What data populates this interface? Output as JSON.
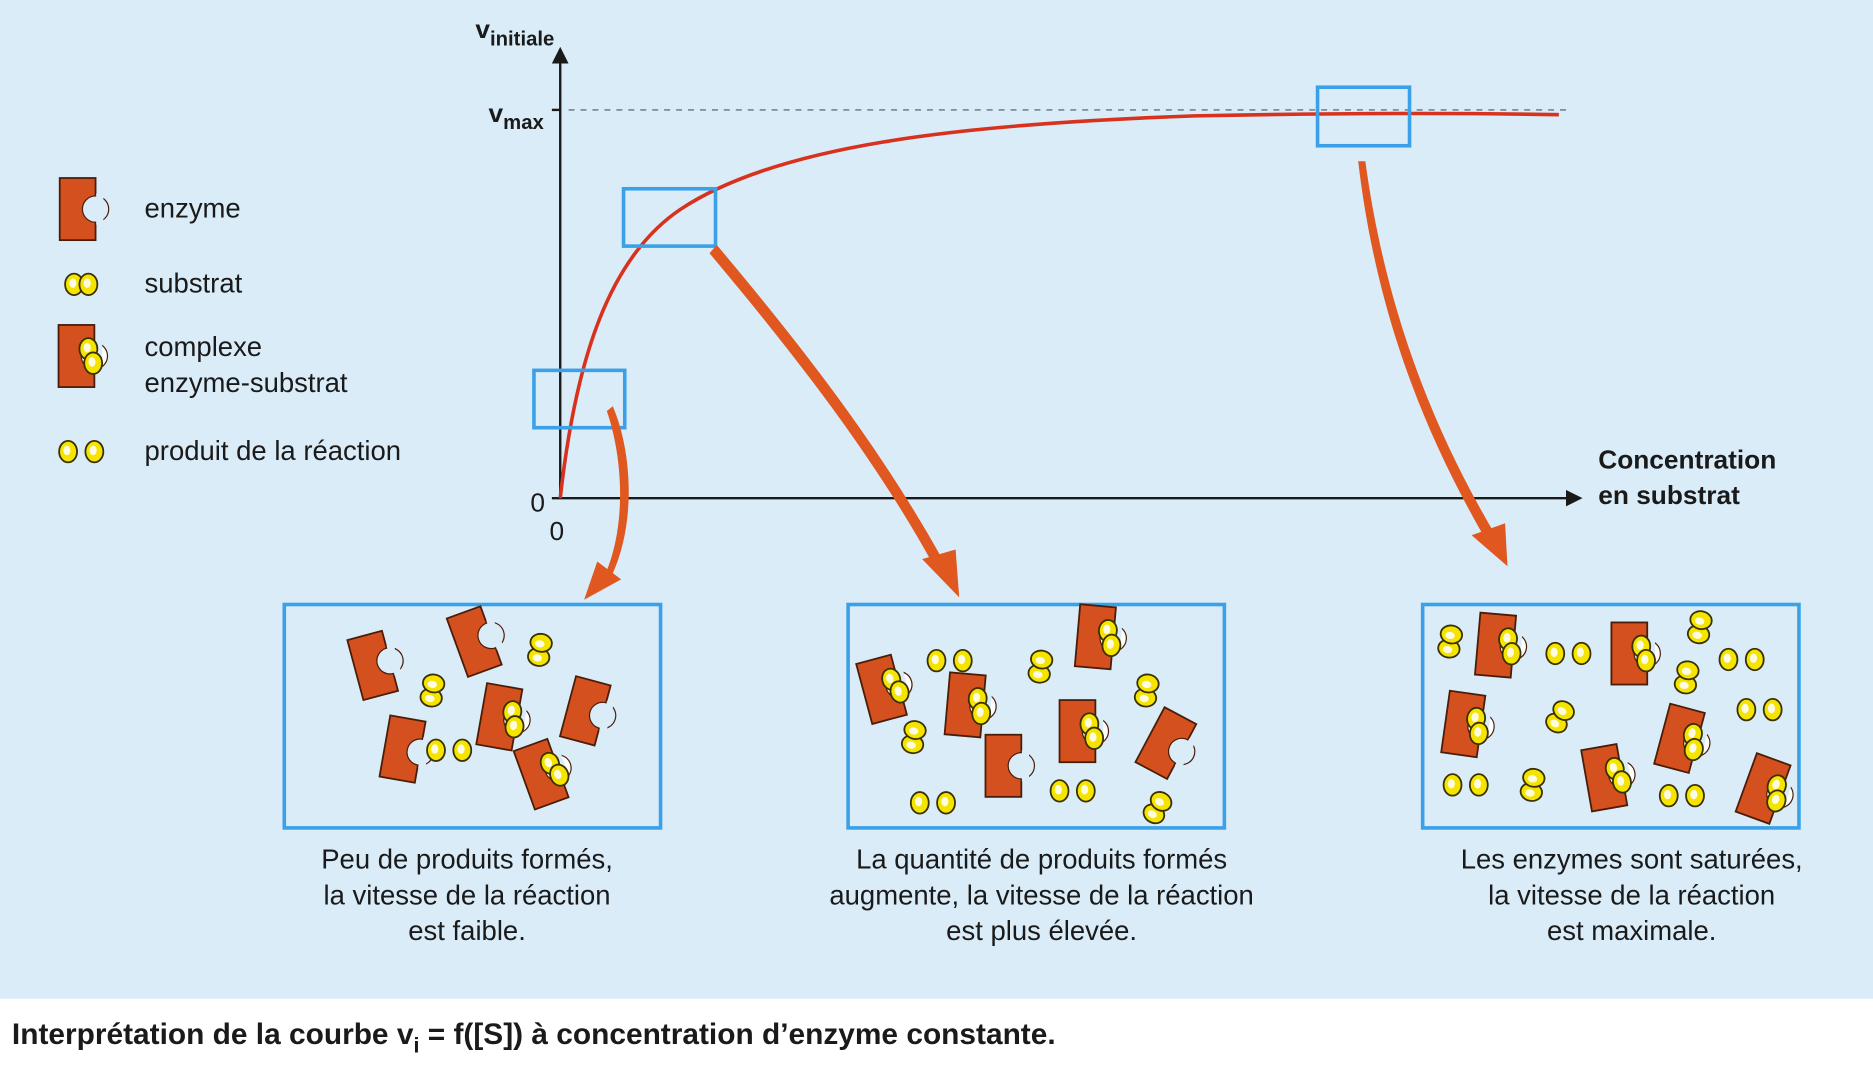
{
  "axes": {
    "y_label_main": "v",
    "y_label_sub": "initiale",
    "vmax_main": "v",
    "vmax_sub": "max",
    "y_zero": "0",
    "x_zero": "0",
    "x_label_line1": "Concentration",
    "x_label_line2": "en substrat"
  },
  "legend": {
    "enzyme": "enzyme",
    "substrate": "substrat",
    "complex_line1": "complexe",
    "complex_line2": "enzyme-substrat",
    "product": "produit de la réaction"
  },
  "panels": [
    {
      "lines": [
        "Peu de produits formés,",
        "la vitesse de la réaction",
        "est faible."
      ]
    },
    {
      "lines": [
        "La quantité de produits formés",
        "augmente, la vitesse de la réaction",
        "est plus élevée."
      ]
    },
    {
      "lines": [
        "Les enzymes sont saturées,",
        "la vitesse de la réaction",
        "est maximale."
      ]
    }
  ],
  "caption": {
    "part1": "Interprétation de la courbe v",
    "sub": "i",
    "part2": " = f([S]) à concentration d’enzyme constante."
  },
  "colors": {
    "background": "#d9ecf8",
    "curve": "#d8321e",
    "arrow": "#e0571f",
    "box": "#3aa0e8",
    "enzyme": "#d4501f",
    "substrate": "#f4e400"
  }
}
